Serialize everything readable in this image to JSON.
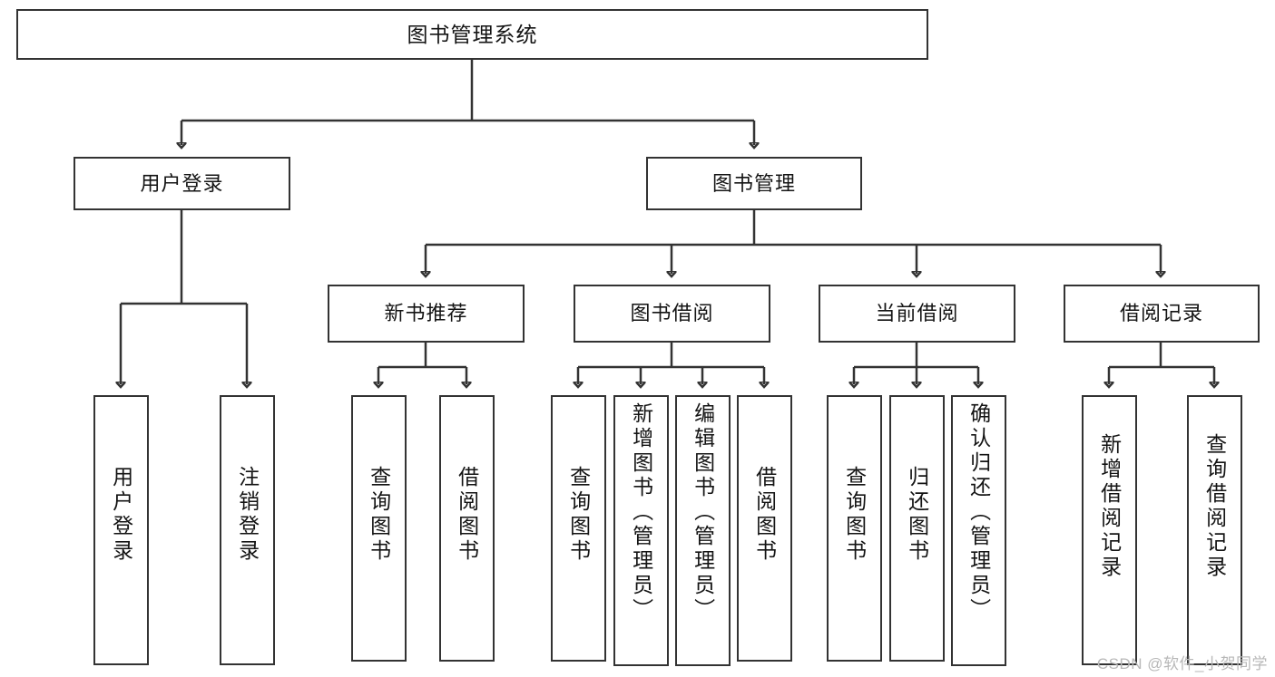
{
  "diagram": {
    "title": "图书管理系统",
    "type": "tree",
    "root": {
      "id": "root",
      "label": "图书管理系统"
    },
    "level1": [
      {
        "id": "user-login",
        "label": "用户登录"
      },
      {
        "id": "book-manage",
        "label": "图书管理"
      }
    ],
    "level2": [
      {
        "id": "new-book-rec",
        "label": "新书推荐",
        "parent": "book-manage"
      },
      {
        "id": "book-borrow",
        "label": "图书借阅",
        "parent": "book-manage"
      },
      {
        "id": "current-borrow",
        "label": "当前借阅",
        "parent": "book-manage"
      },
      {
        "id": "borrow-record",
        "label": "借阅记录",
        "parent": "book-manage"
      }
    ],
    "leaves": [
      {
        "id": "leaf-user-login",
        "label": "用户登录",
        "parent": "user-login"
      },
      {
        "id": "leaf-logout",
        "label": "注销登录",
        "parent": "user-login"
      },
      {
        "id": "leaf-query-book-1",
        "label": "查询图书",
        "parent": "new-book-rec"
      },
      {
        "id": "leaf-borrow-book-1",
        "label": "借阅图书",
        "parent": "new-book-rec"
      },
      {
        "id": "leaf-query-book-2",
        "label": "查询图书",
        "parent": "book-borrow"
      },
      {
        "id": "leaf-add-book",
        "label": "新增图书（管理员）",
        "parent": "book-borrow"
      },
      {
        "id": "leaf-edit-book",
        "label": "编辑图书（管理员）",
        "parent": "book-borrow"
      },
      {
        "id": "leaf-borrow-book-2",
        "label": "借阅图书",
        "parent": "book-borrow"
      },
      {
        "id": "leaf-query-book-3",
        "label": "查询图书",
        "parent": "current-borrow"
      },
      {
        "id": "leaf-return-book",
        "label": "归还图书",
        "parent": "current-borrow"
      },
      {
        "id": "leaf-confirm-return",
        "label": "确认归还（管理员）",
        "parent": "current-borrow"
      },
      {
        "id": "leaf-add-record",
        "label": "新增借阅记录",
        "parent": "borrow-record"
      },
      {
        "id": "leaf-query-record",
        "label": "查询借阅记录",
        "parent": "borrow-record"
      }
    ]
  },
  "watermark": {
    "text": "CSDN @软件_小贺同学"
  },
  "colors": {
    "stroke": "#333333",
    "text": "#141414",
    "background": "#ffffff",
    "watermark": "#b8b8b8"
  }
}
